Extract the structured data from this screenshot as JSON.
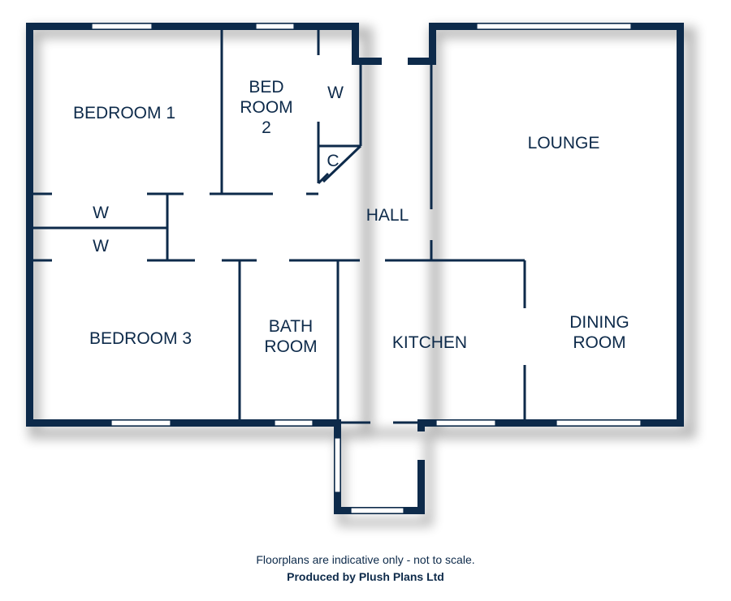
{
  "colors": {
    "wall": "#0d2a4a",
    "background": "#ffffff"
  },
  "rooms": {
    "bedroom1": [
      "BEDROOM 1"
    ],
    "bedroom2": [
      "BED",
      "ROOM",
      "2"
    ],
    "wardrobe_bed2": [
      "W"
    ],
    "cupboard": [
      "C"
    ],
    "hall": [
      "HALL"
    ],
    "lounge": [
      "LOUNGE"
    ],
    "wardrobe_upper": [
      "W"
    ],
    "wardrobe_lower": [
      "W"
    ],
    "bedroom3": [
      "BEDROOM 3"
    ],
    "bathroom": [
      "BATH",
      "ROOM"
    ],
    "kitchen": [
      "KITCHEN"
    ],
    "dining": [
      "DINING",
      "ROOM"
    ]
  },
  "footer": {
    "disclaimer": "Floorplans are indicative only - not to scale.",
    "credit": "Produced by Plush Plans Ltd"
  }
}
